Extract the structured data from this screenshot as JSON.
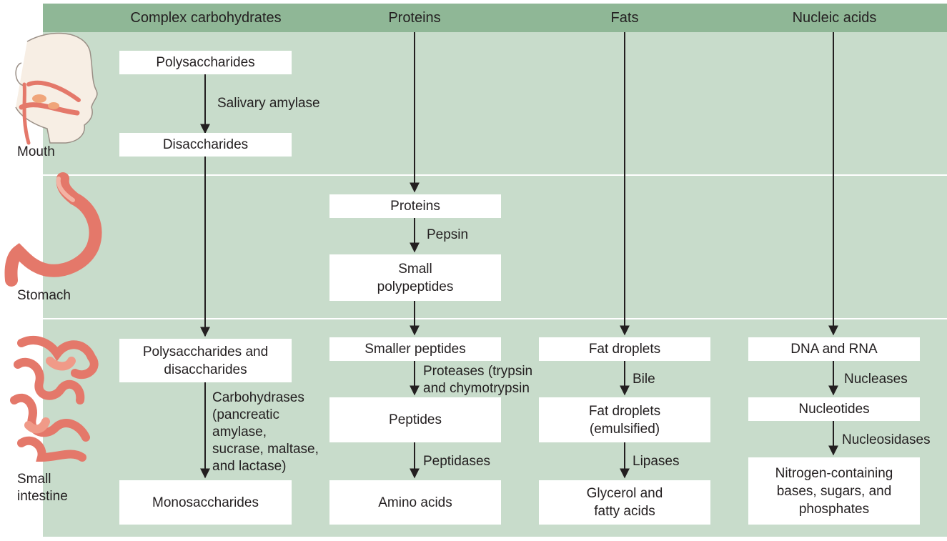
{
  "columns": {
    "carbs": "Complex carbohydrates",
    "proteins": "Proteins",
    "fats": "Fats",
    "nucleic": "Nucleic acids"
  },
  "organs": {
    "mouth": "Mouth",
    "stomach": "Stomach",
    "small_intestine": "Small\nintestine"
  },
  "mouth": {
    "polysaccharides": "Polysaccharides",
    "salivary_amylase": "Salivary amylase",
    "disaccharides": "Disaccharides"
  },
  "stomach": {
    "proteins": "Proteins",
    "pepsin": "Pepsin",
    "small_polypeptides": "Small\npolypeptides"
  },
  "intestine": {
    "carbs_start": "Polysaccharides and\ndisaccharides",
    "carbohydrases": "Carbohydrases\n(pancreatic\namylase,\nsucrase, maltase,\nand lactase)",
    "monosaccharides": "Monosaccharides",
    "smaller_peptides": "Smaller peptides",
    "proteases": "Proteases (trypsin\nand chymotrypsin",
    "peptides": "Peptides",
    "peptidases": "Peptidases",
    "amino_acids": "Amino acids",
    "fat_droplets": "Fat droplets",
    "bile": "Bile",
    "fat_emulsified": "Fat droplets\n(emulsified)",
    "lipases": "Lipases",
    "glycerol": "Glycerol and\nfatty acids",
    "dna_rna": "DNA and RNA",
    "nucleases": "Nucleases",
    "nucleotides": "Nucleotides",
    "nucleosidases": "Nucleosidases",
    "bases": "Nitrogen-containing\nbases, sugars, and\nphosphates"
  },
  "colors": {
    "header": "#8fb796",
    "panel": "#c8dccb",
    "organ": "#e4786a"
  }
}
